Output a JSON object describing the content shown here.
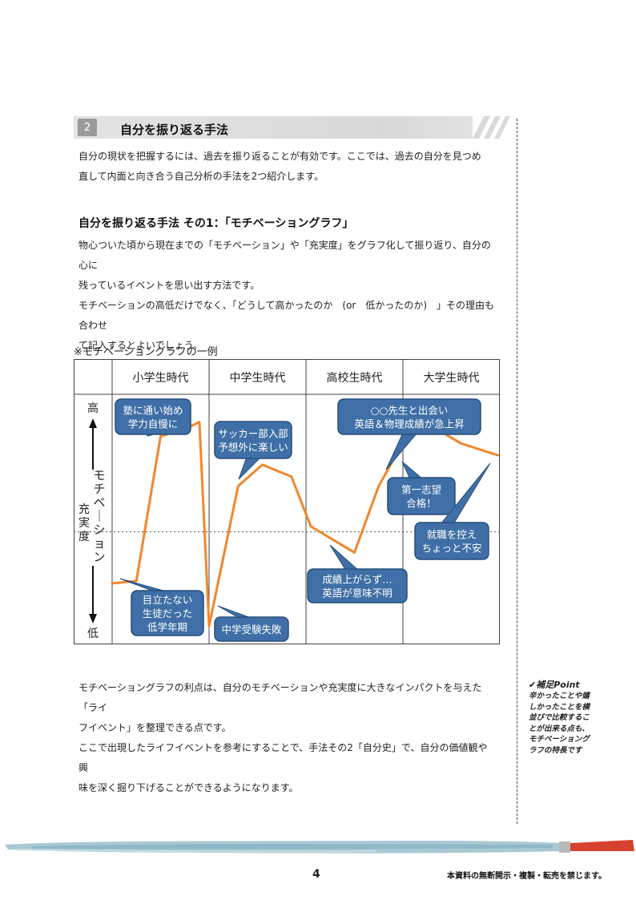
{
  "section": {
    "number": "2",
    "title": "自分を振り返る手法"
  },
  "intro": {
    "line1": "自分の現状を把握するには、過去を振り返ることが有効です。ここでは、過去の自分を見つめ",
    "line2": "直して内面と向き合う自己分析の手法を2つ紹介します。"
  },
  "method1": {
    "heading": "自分を振り返る手法 その1：「モチベーショングラフ」",
    "line1": "物心ついた頃から現在までの「モチベーション」や「充実度」をグラフ化して振り返り、自分の心に",
    "line2": "残っているイベントを思い出す方法です。",
    "line3": "モチベーションの高低だけでなく、「どうして高かったのか　(or　低かったのか)　」その理由も合わせ",
    "line4": "て記入するとよいでしょう。"
  },
  "example_caption": "※モチベーショングラフの一例",
  "chart_data": {
    "type": "line",
    "categories": [
      "小学生時代",
      "中学生時代",
      "高校生時代",
      "大学生時代"
    ],
    "y_axis": {
      "high_label": "高",
      "low_label": "低",
      "label_motivation": "モチベーション",
      "label_fulfillment": "充実度"
    },
    "line_color": "#f0872f",
    "callout_color": "#3f6fa6",
    "series": [
      {
        "points": [
          [
            0.0,
            0.23
          ],
          [
            0.25,
            0.24
          ],
          [
            0.5,
            0.85
          ],
          [
            0.8,
            0.89
          ],
          [
            0.9,
            0.91
          ],
          [
            1.0,
            0.05
          ],
          [
            1.3,
            0.64
          ],
          [
            1.55,
            0.73
          ],
          [
            1.85,
            0.68
          ],
          [
            2.05,
            0.47
          ],
          [
            2.5,
            0.36
          ],
          [
            2.75,
            0.64
          ],
          [
            3.05,
            0.86
          ],
          [
            3.35,
            0.88
          ],
          [
            3.6,
            0.82
          ],
          [
            3.98,
            0.77
          ]
        ]
      }
    ],
    "annotations": [
      {
        "lines": [
          "塾に通い始め",
          "学力自慢に"
        ]
      },
      {
        "lines": [
          "目立たない",
          "生徒だった",
          "低学年期"
        ]
      },
      {
        "lines": [
          "サッカー部入部",
          "予想外に楽しい"
        ]
      },
      {
        "lines": [
          "中学受験失敗"
        ]
      },
      {
        "lines": [
          "○○先生と出会い",
          "英語＆物理成績が急上昇"
        ]
      },
      {
        "lines": [
          "成績上がらず…",
          "英語が意味不明"
        ]
      },
      {
        "lines": [
          "第一志望",
          "合格！"
        ]
      },
      {
        "lines": [
          "就職を控え",
          "ちょっと不安"
        ]
      }
    ]
  },
  "summary": {
    "line1": "モチベーショングラフの利点は、自分のモチベーションや充実度に大きなインパクトを与えた「ライ",
    "line2": "フイベント」を整理できる点です。",
    "line3": "ここで出現したライフイベントを参考にすることで、手法その2「自分史」で、自分の価値観や興",
    "line4": "味を深く掘り下げることができるようになります。"
  },
  "tip": {
    "heading": "✔補足Point",
    "lines": [
      "辛かったことや嬉",
      "しかったことを横",
      "並びで比較するこ",
      "とが出来る点も、",
      "モチベーショング",
      "ラフの特長です"
    ]
  },
  "footer": {
    "page_number": "4",
    "copyright": "本資料の無断開示・複製・転売を禁じます。"
  }
}
